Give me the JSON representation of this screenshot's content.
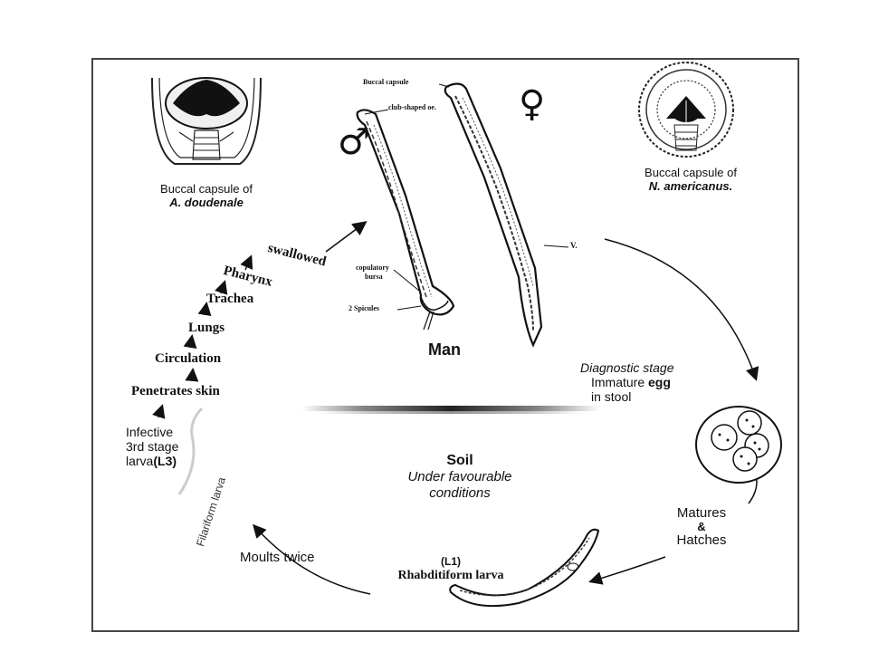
{
  "capsule_left": {
    "line1": "Buccal capsule of",
    "line2": "A. doudenale"
  },
  "capsule_right": {
    "line1": "Buccal capsule of",
    "line2": "N. americanus."
  },
  "worm_labels": {
    "buccal": "Buccal capsule",
    "club": "club-shaped oe.",
    "copulatory_1": "copulatory",
    "copulatory_2": "bursa",
    "spicules": "2 Spicules",
    "v": "V."
  },
  "symbols": {
    "male": "♂",
    "female": "♀"
  },
  "host": "Man",
  "path_labels": [
    "swallowed",
    "Pharynx",
    "Trachea",
    "Lungs",
    "Circulation",
    "Penetrates skin"
  ],
  "infective": {
    "line1": "Infective",
    "line2": "3rd stage",
    "line3_pre": "larva",
    "line3_bold": "(L3)"
  },
  "filariform": "Filariform larva",
  "diagnostic": {
    "stage": "Diagnostic stage",
    "line2_pre": "Immature ",
    "line2_bold": "egg",
    "line3": "in stool"
  },
  "soil": {
    "title": "Soil",
    "line1": "Under favourable",
    "line2": "conditions"
  },
  "matures": {
    "line1": "Matures",
    "line2": "&",
    "line3": "Hatches"
  },
  "moults": "Moults twice",
  "rhabditiform": {
    "stage": "(L1)",
    "name": "Rhabditiform larva"
  }
}
